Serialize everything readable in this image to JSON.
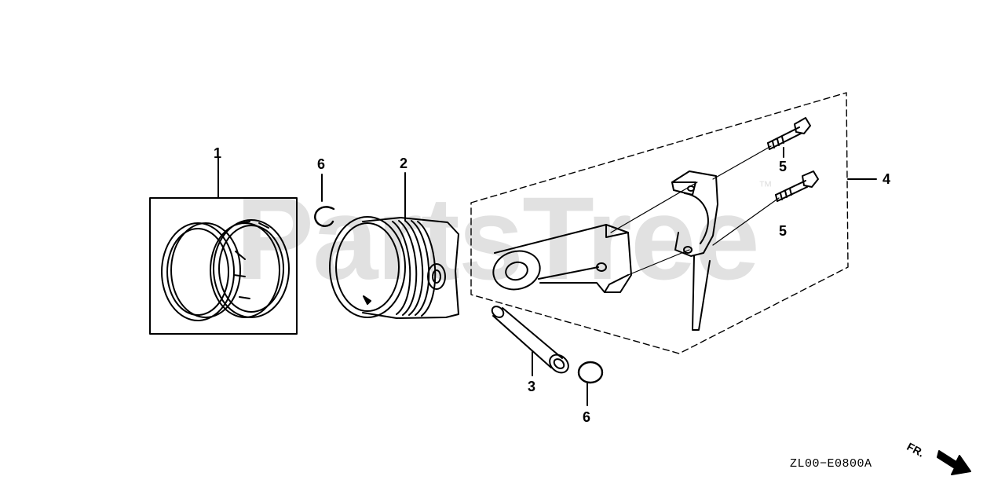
{
  "watermark": {
    "text": "PartsTree",
    "tm": "™"
  },
  "callouts": {
    "c1": "1",
    "c2": "2",
    "c3": "3",
    "c4": "4",
    "c5a": "5",
    "c5b": "5",
    "c6a": "6",
    "c6b": "6"
  },
  "diagram_code": "ZL00−E0800A",
  "front_marker": {
    "label": "FR."
  },
  "colors": {
    "line": "#000000",
    "watermark": "#d8d8d8"
  }
}
